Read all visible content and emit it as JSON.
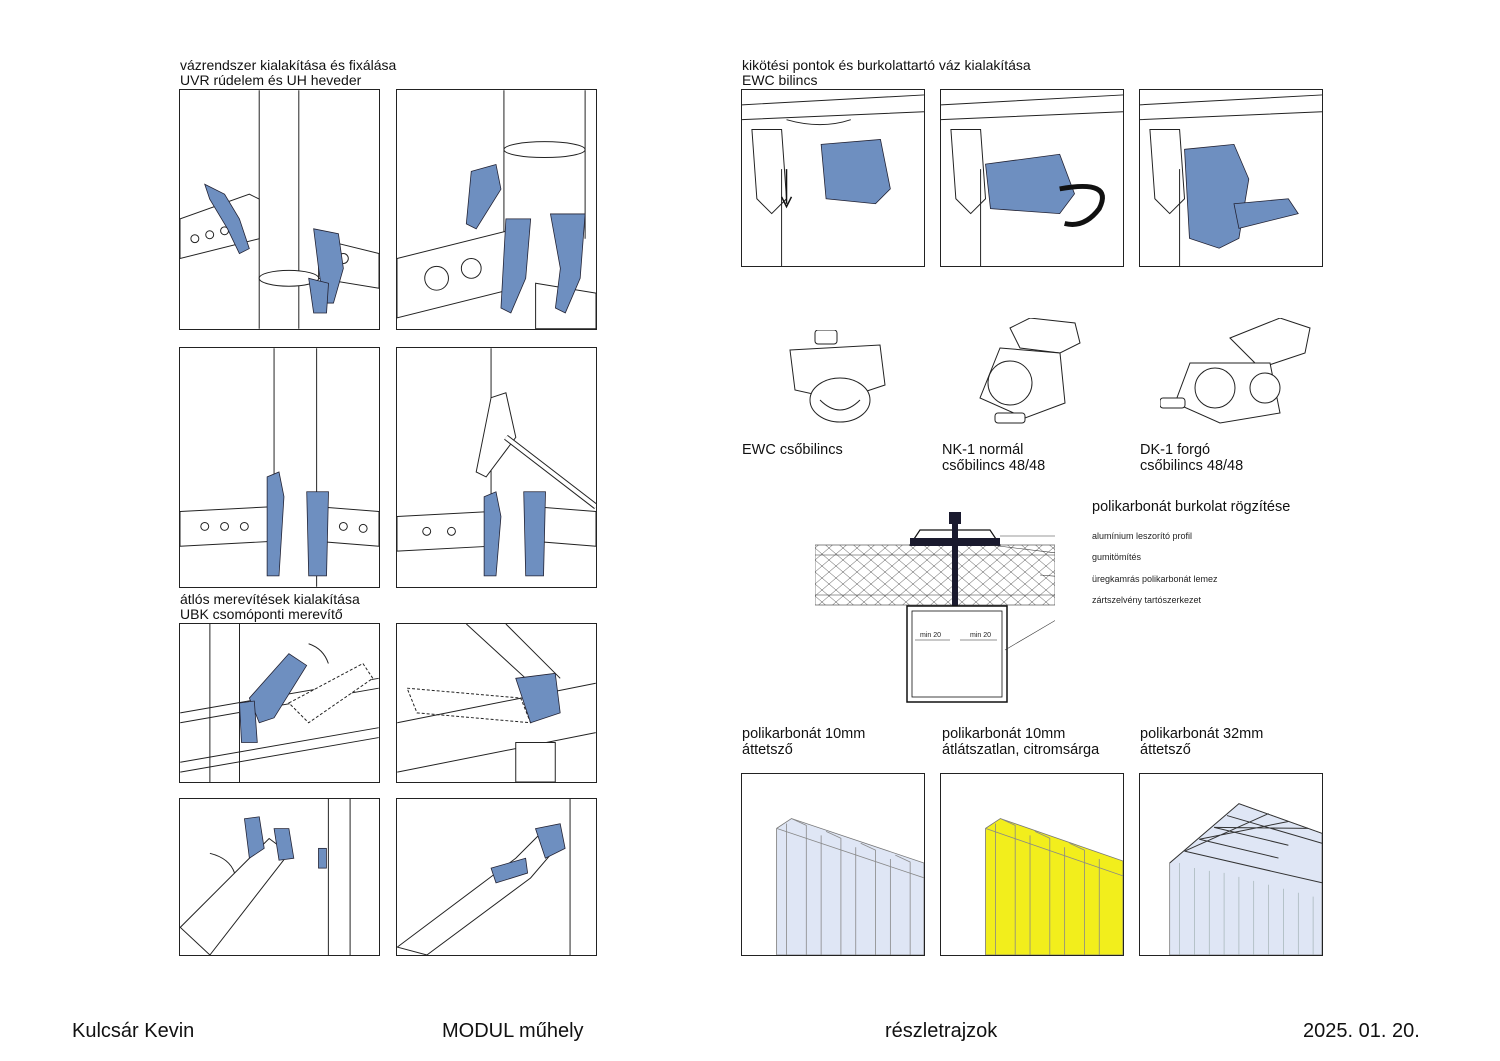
{
  "left": {
    "section1": {
      "heading_line1": "vázrendszer kialakítása és fixálása",
      "heading_line2": "UVR rúdelem és UH heveder"
    },
    "section2": {
      "heading_line1": "átlós merevítések kialakítása",
      "heading_line2": "UBK csomóponti merevítő"
    }
  },
  "right": {
    "section1": {
      "heading_line1": "kikötési pontok és burkolattartó váz kialakítása",
      "heading_line2": "EWC bilincs"
    },
    "clamps": [
      {
        "line1": "EWC csőbilincs",
        "line2": ""
      },
      {
        "line1": "NK-1 normál",
        "line2": "csőbilincs 48/48"
      },
      {
        "line1": "DK-1 forgó",
        "line2": "csőbilincs 48/48"
      }
    ],
    "section_detail": {
      "title": "polikarbonát burkolat rögzítése",
      "annotations": [
        "alumínium leszorító profil",
        "gumitömítés",
        "üregkamrás polikarbonát lemez",
        "zártszelvény tartószerkezet"
      ],
      "dim_left": "min 20",
      "dim_right": "min 20"
    },
    "panels": [
      {
        "line1": "polikarbonát 10mm",
        "line2": "áttetsző"
      },
      {
        "line1": "polikarbonát 10mm",
        "line2": "átlátszatlan, citromsárga"
      },
      {
        "line1": "polikarbonát 32mm",
        "line2": "áttetsző"
      }
    ]
  },
  "colors": {
    "accent_blue": "#6e8fc0",
    "line": "#222222",
    "yellow": "#f2ee1c",
    "clear_panel": "#dfe6f5"
  },
  "footer": {
    "author": "Kulcsár Kevin",
    "studio": "MODUL műhely",
    "subject": "részletrajzok",
    "date": "2025. 01. 20."
  }
}
